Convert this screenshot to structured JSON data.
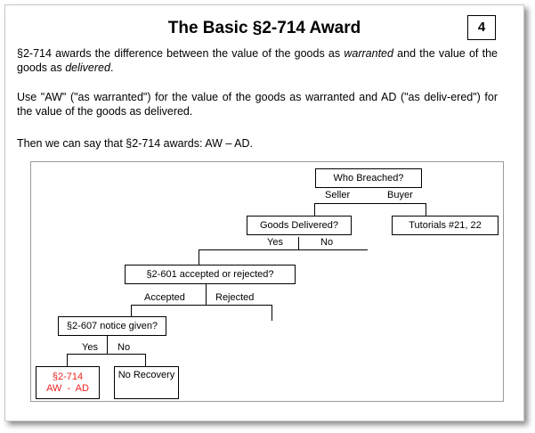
{
  "slide": {
    "title": "The Basic §2-714 Award",
    "page_number": "4",
    "paragraphs": [
      {
        "parts": [
          {
            "text": "§2-714 awards the difference between the value of the goods as ",
            "italic": false
          },
          {
            "text": "warranted",
            "italic": true
          },
          {
            "text": " and the value of the goods as ",
            "italic": false
          },
          {
            "text": "delivered",
            "italic": true
          },
          {
            "text": ".",
            "italic": false
          }
        ]
      },
      {
        "parts": [
          {
            "text": "Use \"AW\" (\"as warranted\") for the value of the goods as warranted and AD (\"as deliv-ered\") for the value of the goods as delivered.",
            "italic": false
          }
        ]
      },
      {
        "parts": [
          {
            "text": "Then we can say that §2-714 awards: AW – AD.",
            "italic": false
          }
        ]
      }
    ]
  },
  "diagram": {
    "nodes": {
      "who_breached": "Who Breached?",
      "goods_delivered": "Goods Delivered?",
      "tutorials": "Tutorials #21, 22",
      "accepted_rejected": "§2-601 accepted or rejected?",
      "notice_given": "§2-607 notice given?",
      "award_line1": "§2-714",
      "award_line2": "AW  -  AD",
      "no_recovery": "No Recovery"
    },
    "branch_labels": {
      "seller": "Seller",
      "buyer": "Buyer",
      "yes_1": "Yes",
      "no_1": "No",
      "accepted": "Accepted",
      "rejected": "Rejected",
      "yes_2": "Yes",
      "no_2": "No"
    },
    "colors": {
      "award_text": "#ee2222",
      "border": "#000000"
    }
  }
}
